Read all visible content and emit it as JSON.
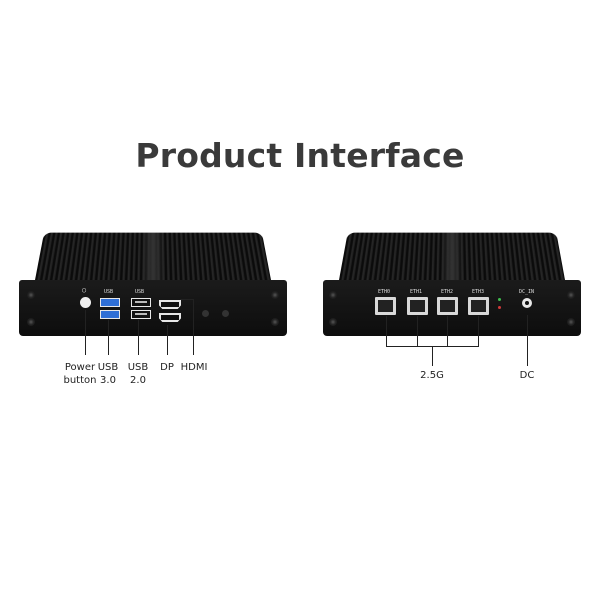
{
  "title": "Product Interface",
  "front_device": {
    "port_labels": {
      "usb3": "USB",
      "usb2": "USB"
    },
    "callouts": [
      {
        "id": "power",
        "label_line1": "Power",
        "label_line2": "button"
      },
      {
        "id": "usb3",
        "label_line1": "USB",
        "label_line2": "3.0"
      },
      {
        "id": "usb2",
        "label_line1": "USB",
        "label_line2": "2.0"
      },
      {
        "id": "dp",
        "label_line1": "DP",
        "label_line2": ""
      },
      {
        "id": "hdmi",
        "label_line1": "HDMI",
        "label_line2": ""
      }
    ]
  },
  "rear_device": {
    "ports": [
      "ETH0",
      "ETH1",
      "ETH2",
      "ETH3"
    ],
    "dc_label": "DC_IN",
    "callouts": [
      {
        "id": "ethernet",
        "label": "2.5G"
      },
      {
        "id": "dc",
        "label": "DC"
      }
    ],
    "led_colors": {
      "green": "#3fbf4f",
      "red": "#d23a3a"
    }
  }
}
